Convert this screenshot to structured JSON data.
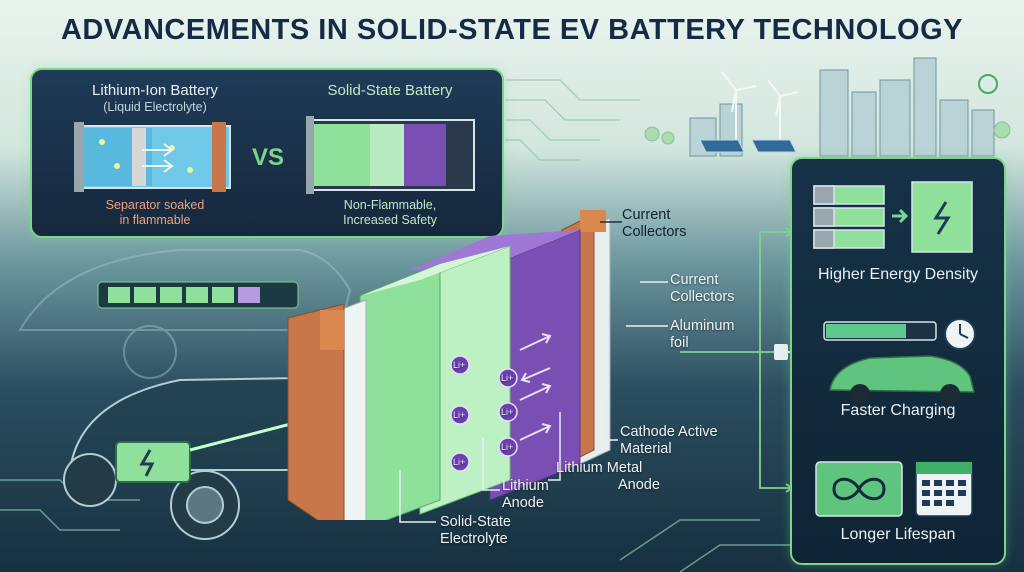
{
  "title": "ADVANCEMENTS IN SOLID-STATE EV BATTERY TECHNOLOGY",
  "comparison": {
    "left_title": "Lithium-Ion Battery",
    "left_subtitle": "(Liquid Electrolyte)",
    "left_note_1": "Separator soaked",
    "left_note_2": "in flammable",
    "vs": "VS",
    "right_title": "Solid-State Battery",
    "right_note_1": "Non-Flammable,",
    "right_note_2": "Increased Safety"
  },
  "labels": {
    "current_collectors_top_1": "Current",
    "current_collectors_top_2": "Collectors",
    "current_collectors_mid_1": "Current",
    "current_collectors_mid_2": "Collectors",
    "aluminum_1": "Aluminum",
    "aluminum_2": "foil",
    "cathode_1": "Cathode Active",
    "cathode_2": "Material",
    "lithium_metal_1": "Lithium Metal",
    "lithium_metal_2": "Anode",
    "lithium_anode_1": "Lithium",
    "lithium_anode_2": "Anode",
    "electrolyte_1": "Solid-State",
    "electrolyte_2": "Electrolyte",
    "ion": "Li+"
  },
  "benefits": {
    "energy_density": "Higher Energy Density",
    "charging": "Faster Charging",
    "lifespan": "Longer Lifespan"
  },
  "colors": {
    "title": "#172a45",
    "accent_green": "#7fd38c",
    "cathode_purple": "#7a4fb3",
    "electrolyte_green": "#8fe09a",
    "copper": "#c8774a"
  }
}
